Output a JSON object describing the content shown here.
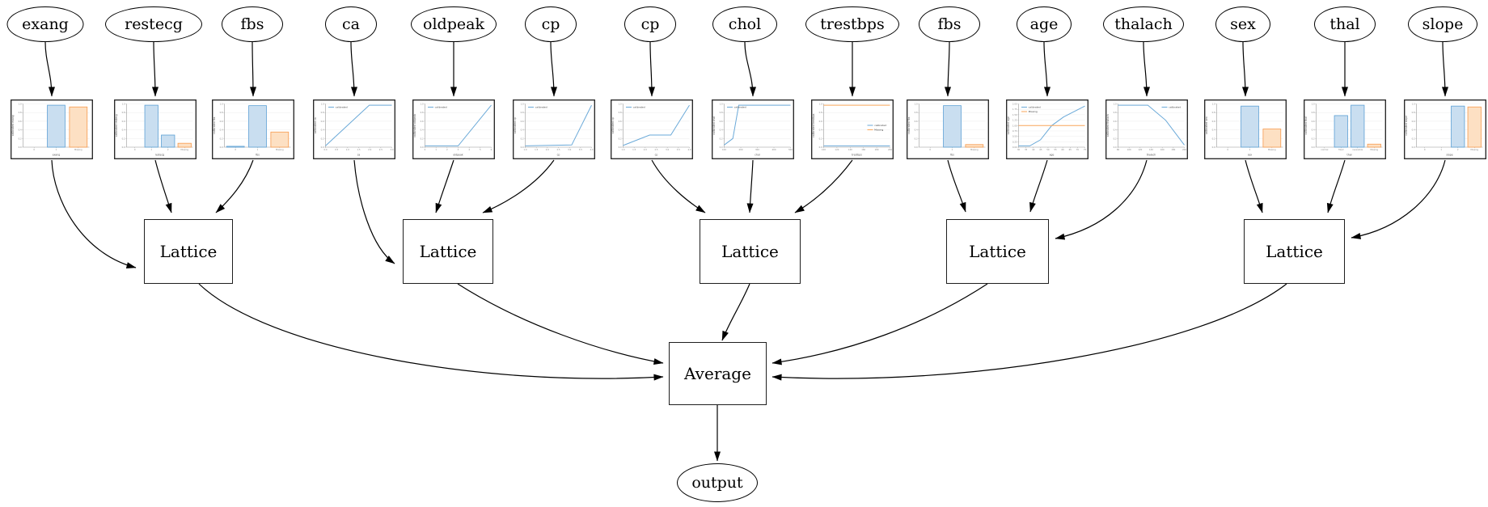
{
  "diagram": {
    "inputs": [
      "exang",
      "restecg",
      "fbs",
      "ca",
      "oldpeak",
      "cp",
      "cp",
      "chol",
      "trestbps",
      "fbs",
      "age",
      "thalach",
      "sex",
      "thal",
      "slope"
    ],
    "lattice_label": "Lattice",
    "average_label": "Average",
    "output_label": "output",
    "legend_calibrated": "calibrated",
    "legend_missing": "Missing",
    "colors": {
      "edge": "#000000",
      "node_border": "#1f1f1f",
      "calibrated_blue": "#6aa9d8",
      "missing_orange": "#f9a65a",
      "bar_blue_fill": "#c9def0",
      "bar_blue_stroke": "#5b9fd4",
      "bar_orange_fill": "#fde0c3",
      "bar_orange_stroke": "#f79a4d",
      "grid": "#ededed",
      "spine": "#9a9a9a",
      "tick_text": "#888888",
      "label_text": "#555555"
    }
  },
  "chart_data": [
    {
      "feature": "exang",
      "type": "bar",
      "xlabel": "exang",
      "ylabel": "calibrated exang",
      "yticks": [
        "0.0",
        "0.2",
        "0.4",
        "0.6",
        "0.8",
        "1.0"
      ],
      "ylim": [
        0,
        1
      ],
      "categories": [
        "0",
        "1",
        "Missing"
      ],
      "values": [
        0,
        0.97,
        0.93
      ]
    },
    {
      "feature": "restecg",
      "type": "bar",
      "xlabel": "restecg",
      "ylabel": "calibrated restecg",
      "yticks": [
        "0.0",
        "0.2",
        "0.4",
        "0.6",
        "0.8",
        "1.0"
      ],
      "ylim": [
        0,
        1
      ],
      "categories": [
        "0",
        "1",
        "2",
        "Missing"
      ],
      "values": [
        0,
        0.97,
        0.28,
        0.09
      ]
    },
    {
      "feature": "fbs",
      "type": "bar",
      "xlabel": "fbs",
      "ylabel": "calibrated fbs",
      "yticks": [
        "0.0",
        "0.2",
        "0.4",
        "0.6",
        "0.8",
        "1.0"
      ],
      "ylim": [
        0,
        1
      ],
      "categories": [
        "0",
        "1",
        "Missing"
      ],
      "values": [
        0.02,
        0.96,
        0.35
      ]
    },
    {
      "feature": "ca",
      "type": "line",
      "xlabel": "ca",
      "ylabel": "calibrated ca",
      "yticks": [
        "0.0",
        "0.2",
        "0.4",
        "0.6",
        "0.8",
        "1.0"
      ],
      "ylim": [
        0,
        1
      ],
      "xticks": [
        "0.0",
        "0.5",
        "1.0",
        "1.5",
        "2.0",
        "2.5",
        "3.0"
      ],
      "legend_pos": "top-left",
      "series": [
        {
          "name": "calibrated",
          "color": "blue",
          "points": [
            [
              0,
              0.03
            ],
            [
              0.66,
              0.97
            ],
            [
              1,
              0.97
            ]
          ]
        }
      ]
    },
    {
      "feature": "oldpeak",
      "type": "line",
      "xlabel": "oldpeak",
      "ylabel": "calibrated oldpeak",
      "yticks": [
        "0.0",
        "0.2",
        "0.4",
        "0.6",
        "0.8",
        "1.0"
      ],
      "ylim": [
        0,
        1
      ],
      "xticks": [
        "0",
        "1",
        "2",
        "3",
        "4",
        "5",
        "6"
      ],
      "legend_pos": "top-left",
      "series": [
        {
          "name": "calibrated",
          "color": "blue",
          "points": [
            [
              0,
              0.03
            ],
            [
              0.5,
              0.03
            ],
            [
              1,
              0.97
            ]
          ]
        }
      ]
    },
    {
      "feature": "cp",
      "type": "line",
      "xlabel": "cp",
      "ylabel": "calibrated cp",
      "yticks": [
        "0.0",
        "0.2",
        "0.4",
        "0.6",
        "0.8",
        "1.0"
      ],
      "ylim": [
        0,
        1
      ],
      "xticks": [
        "1.0",
        "1.5",
        "2.0",
        "2.5",
        "3.0",
        "3.5",
        "4.0"
      ],
      "legend_pos": "top-left",
      "series": [
        {
          "name": "calibrated",
          "color": "blue",
          "points": [
            [
              0,
              0.03
            ],
            [
              0.7,
              0.05
            ],
            [
              1,
              0.97
            ]
          ]
        }
      ]
    },
    {
      "feature": "cp",
      "type": "line",
      "xlabel": "cp",
      "ylabel": "calibrated cp",
      "yticks": [
        "0.0",
        "0.2",
        "0.4",
        "0.6",
        "0.8",
        "1.0"
      ],
      "ylim": [
        0,
        1
      ],
      "xticks": [
        "1.0",
        "1.5",
        "2.0",
        "2.5",
        "3.0",
        "3.5",
        "4.0"
      ],
      "legend_pos": "top-left",
      "series": [
        {
          "name": "calibrated",
          "color": "blue",
          "points": [
            [
              0,
              0.04
            ],
            [
              0.4,
              0.28
            ],
            [
              0.72,
              0.28
            ],
            [
              1,
              0.97
            ]
          ]
        }
      ]
    },
    {
      "feature": "chol",
      "type": "line",
      "xlabel": "chol",
      "ylabel": "calibrated chol",
      "yticks": [
        "0.0",
        "0.2",
        "0.4",
        "0.6",
        "0.8",
        "1.0"
      ],
      "ylim": [
        0,
        1
      ],
      "xticks": [
        "100",
        "200",
        "300",
        "400",
        "500"
      ],
      "legend_pos": "top-left",
      "series": [
        {
          "name": "calibrated",
          "color": "blue",
          "points": [
            [
              0,
              0.05
            ],
            [
              0.13,
              0.2
            ],
            [
              0.22,
              0.97
            ],
            [
              1,
              0.97
            ]
          ]
        }
      ]
    },
    {
      "feature": "trestbps",
      "type": "line",
      "xlabel": "trestbps",
      "ylabel": "calibrated trestbps",
      "yticks": [
        "0.0",
        "0.2",
        "0.4",
        "0.6",
        "0.8",
        "1.0"
      ],
      "ylim": [
        0,
        1
      ],
      "xticks": [
        "100",
        "120",
        "140",
        "160",
        "180",
        "200"
      ],
      "legend_pos": "mid-right",
      "series": [
        {
          "name": "calibrated",
          "color": "blue",
          "points": [
            [
              0,
              0.03
            ],
            [
              1,
              0.03
            ]
          ]
        },
        {
          "name": "Missing",
          "color": "orange",
          "points": [
            [
              0,
              0.97
            ],
            [
              1,
              0.97
            ]
          ]
        }
      ]
    },
    {
      "feature": "fbs",
      "type": "bar",
      "xlabel": "fbs",
      "ylabel": "calibrated fbs",
      "yticks": [
        "0.0",
        "0.2",
        "0.4",
        "0.6",
        "0.8",
        "1.0"
      ],
      "ylim": [
        0,
        1
      ],
      "categories": [
        "0",
        "1",
        "Missing"
      ],
      "values": [
        0,
        0.96,
        0.06
      ]
    },
    {
      "feature": "age",
      "type": "line",
      "xlabel": "age",
      "ylabel": "calibrated age",
      "yticks": [
        "0.00",
        "0.25",
        "0.50",
        "0.75",
        "1.00",
        "1.25",
        "1.50",
        "1.75",
        "2.00"
      ],
      "ylim": [
        0,
        2
      ],
      "xticks": [
        "30",
        "35",
        "40",
        "45",
        "50",
        "55",
        "60",
        "65",
        "70",
        "75"
      ],
      "legend_pos": "top-left",
      "series": [
        {
          "name": "calibrated",
          "color": "blue",
          "points": [
            [
              0,
              0.03
            ],
            [
              0.17,
              0.03
            ],
            [
              0.33,
              0.17
            ],
            [
              0.5,
              0.5
            ],
            [
              0.68,
              0.7
            ],
            [
              1,
              0.95
            ]
          ]
        },
        {
          "name": "Missing",
          "color": "orange",
          "points": [
            [
              0,
              0.5
            ],
            [
              1,
              0.5
            ]
          ]
        }
      ]
    },
    {
      "feature": "thalach",
      "type": "line",
      "xlabel": "thalach",
      "ylabel": "calibrated thalach",
      "yticks": [
        "0.0",
        "0.2",
        "0.4",
        "0.6",
        "0.8",
        "1.0"
      ],
      "ylim": [
        0,
        1
      ],
      "xticks": [
        "80",
        "100",
        "120",
        "140",
        "160",
        "180",
        "200"
      ],
      "legend_pos": "top-right",
      "series": [
        {
          "name": "calibrated",
          "color": "blue",
          "points": [
            [
              0,
              0.97
            ],
            [
              0.45,
              0.97
            ],
            [
              0.72,
              0.62
            ],
            [
              1,
              0.05
            ]
          ]
        }
      ]
    },
    {
      "feature": "sex",
      "type": "bar",
      "xlabel": "sex",
      "ylabel": "calibrated sex",
      "yticks": [
        "0.0",
        "0.2",
        "0.4",
        "0.6",
        "0.8",
        "1.0"
      ],
      "ylim": [
        0,
        1
      ],
      "categories": [
        "0",
        "1",
        "Missing"
      ],
      "values": [
        0,
        0.95,
        0.42
      ]
    },
    {
      "feature": "thal",
      "type": "bar",
      "xlabel": "thal",
      "ylabel": "calibrated thal",
      "yticks": [
        "0.0",
        "0.2",
        "0.4",
        "0.6",
        "0.8",
        "1.0"
      ],
      "ylim": [
        0,
        1
      ],
      "categories": [
        "normal",
        "fixed",
        "reversible",
        "Missing"
      ],
      "values": [
        0,
        0.73,
        0.97,
        0.07
      ]
    },
    {
      "feature": "slope",
      "type": "bar",
      "xlabel": "slope",
      "ylabel": "calibrated slope",
      "yticks": [
        "0.0",
        "0.2",
        "0.4",
        "0.6",
        "0.8",
        "1.0"
      ],
      "ylim": [
        0,
        1
      ],
      "categories": [
        "0",
        "1",
        "2",
        "Missing"
      ],
      "values": [
        0,
        0,
        0.95,
        0.93
      ]
    }
  ]
}
